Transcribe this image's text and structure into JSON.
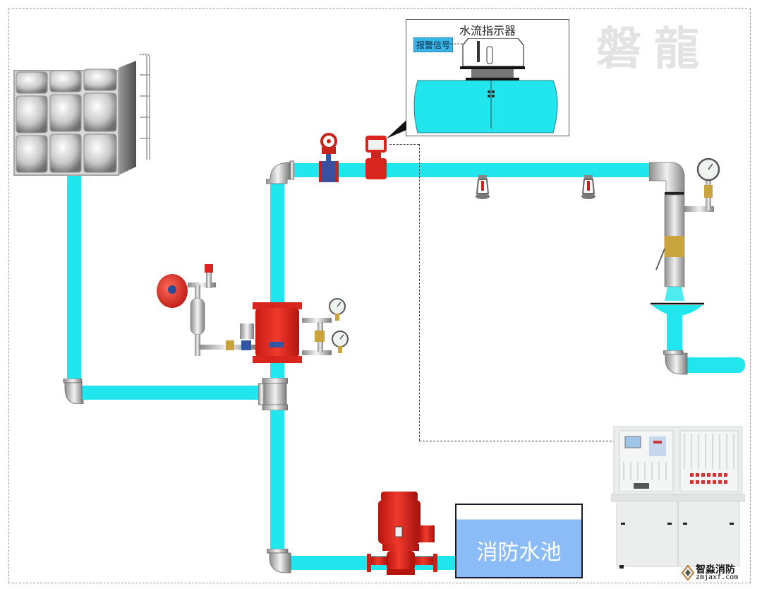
{
  "diagram": {
    "title": "湿式自动喷水灭火系统示意图",
    "watermark": "磐龍",
    "callout": {
      "title": "水流指示器",
      "alarm_tag": "报警信号"
    },
    "pool_label": "消防水池",
    "brand": {
      "name": "智淼消防",
      "url": "zmjaxf.com"
    },
    "components": [
      {
        "id": "elevated-water-tank",
        "label": "高位消防水箱"
      },
      {
        "id": "alarm-valve-group",
        "label": "湿式报警阀组"
      },
      {
        "id": "water-motor-gong",
        "label": "水力警铃"
      },
      {
        "id": "retarding-chamber",
        "label": "延迟器"
      },
      {
        "id": "signal-butterfly-valve",
        "label": "信号阀"
      },
      {
        "id": "water-flow-indicator",
        "label": "水流指示器"
      },
      {
        "id": "sprinkler-head",
        "label": "喷头",
        "count": 2
      },
      {
        "id": "end-test-device",
        "label": "末端试水装置"
      },
      {
        "id": "fire-pump",
        "label": "消防水泵"
      },
      {
        "id": "fire-water-pool",
        "label": "消防水池"
      },
      {
        "id": "fire-alarm-control-panel",
        "label": "火灾报警控制器"
      }
    ],
    "colors": {
      "water": "#22e6ee",
      "valve_red": "#d8261f",
      "pool_fill": "#8cbcf7",
      "alarm_tag": "#38b6e8",
      "signal_line": "#444444"
    }
  }
}
